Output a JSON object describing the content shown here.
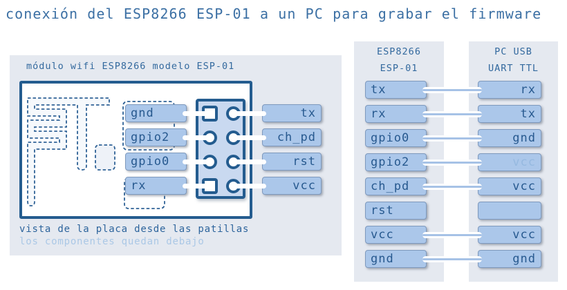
{
  "title": "conexión del ESP8266 ESP-01 a un PC para grabar el firmware",
  "module_panel": {
    "title": "módulo wifi ESP8266 modelo ESP-01",
    "caption_line1": "vista de la placa desde las patillas",
    "caption_line2": "los componentes quedan debajo",
    "left_pads": [
      "gnd",
      "gpio2",
      "gpio0",
      "rx"
    ],
    "right_pads": [
      "tx",
      "ch_pd",
      "rst",
      "vcc"
    ]
  },
  "wiring_table": {
    "esp_column": {
      "header_line1": "ESP8266",
      "header_line2": "ESP-01",
      "pins": [
        "tx",
        "rx",
        "gpio0",
        "gpio2",
        "ch_pd",
        "rst",
        "vcc",
        "gnd"
      ]
    },
    "usb_column": {
      "header_line1": "PC USB",
      "header_line2": "UART TTL",
      "pins": [
        "rx",
        "tx",
        "gnd",
        "vcc",
        "vcc",
        "",
        "vcc",
        "gnd"
      ]
    },
    "connected_rows": [
      0,
      1,
      2,
      3,
      4,
      6,
      7
    ],
    "faded_row_index": 3
  },
  "colors": {
    "accent_dark_blue": "#245c8f",
    "label_text_blue": "#27598f",
    "title_blue": "#3c70a4",
    "box_fill_blue": "#abc7ea",
    "panel_gray": "#e5e9f0",
    "wire_core_blue": "#a6c2e6",
    "faded_text_blue": "#96b9e0"
  }
}
